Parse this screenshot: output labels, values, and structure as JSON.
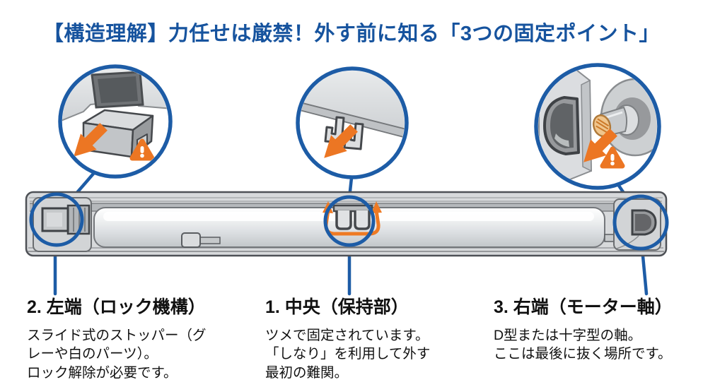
{
  "title": "【構造理解】力任せは厳禁！外す前に知る「3つの固定ポイント」",
  "labels": {
    "left": {
      "heading": "2. 左端（ロック機構）",
      "body": "スライド式のストッパー（グ\nレーや白のパーツ）。\nロック解除が必要です。"
    },
    "center": {
      "heading": "1. 中央（保持部）",
      "body": "ツメで固定されています。\n「しなり」を利用して外す\n最初の難関。"
    },
    "right": {
      "heading": "3. 右端（モーター軸）",
      "body": "D型または十字型の軸。\nここは最後に抜く場所です。"
    }
  },
  "callouts": {
    "left": {
      "detail": "lock-slider-illustration",
      "icons": [
        "pull-direction-arrow-icon",
        "warning-triangle-icon"
      ]
    },
    "center": {
      "detail": "retaining-clips-illustration",
      "icons": [
        "pull-direction-arrow-icon"
      ]
    },
    "right": {
      "detail": "motor-shaft-illustration",
      "icons": [
        "pull-direction-arrow-icon",
        "warning-triangle-icon"
      ]
    }
  },
  "colors": {
    "title_blue": "#16539E",
    "accent_blue": "#1D5CA6",
    "warning_orange": "#EC7623",
    "shaft_section_tan": "#F0C58C",
    "body_gray": "#D7D9DB"
  }
}
